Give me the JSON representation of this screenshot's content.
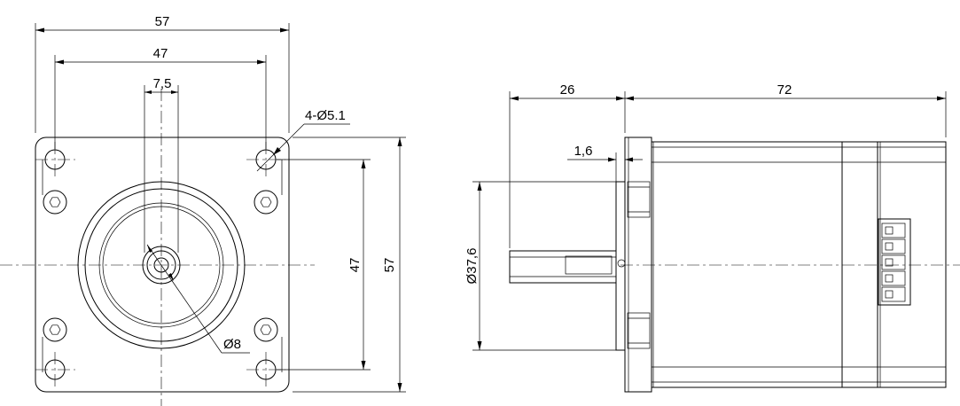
{
  "front_view": {
    "dim_width": "57",
    "dim_hole_spacing": "47",
    "dim_shaft_flat": "7,5",
    "dim_holes": "4-Ø5.1",
    "dim_height_holes": "47",
    "dim_height": "57",
    "dim_shaft_diameter": "Ø8"
  },
  "side_view": {
    "dim_shaft_length": "26",
    "dim_body_length": "72",
    "dim_flange_step": "1,6",
    "dim_pilot_diameter": "Ø37,6"
  }
}
